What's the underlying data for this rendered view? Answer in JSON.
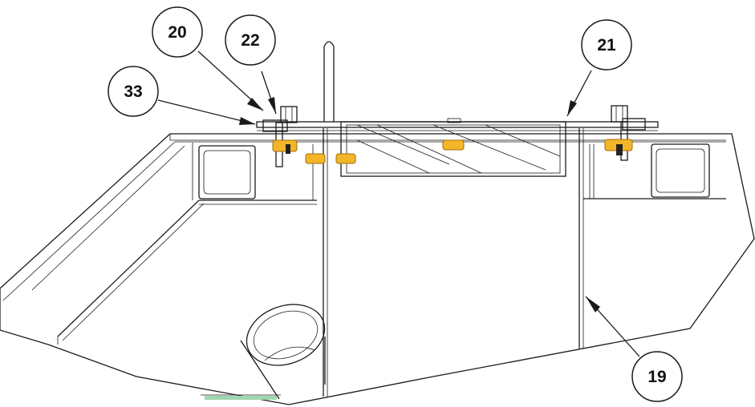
{
  "callouts": [
    {
      "id": "33",
      "label": "33"
    },
    {
      "id": "20",
      "label": "20"
    },
    {
      "id": "22",
      "label": "22"
    },
    {
      "id": "21",
      "label": "21"
    },
    {
      "id": "19",
      "label": "19"
    }
  ],
  "colors": {
    "line": "#1a1a1a",
    "clip_fill": "#f3b52a",
    "clip_stroke": "#a36f00",
    "accent_green": "#9fd6b0"
  }
}
